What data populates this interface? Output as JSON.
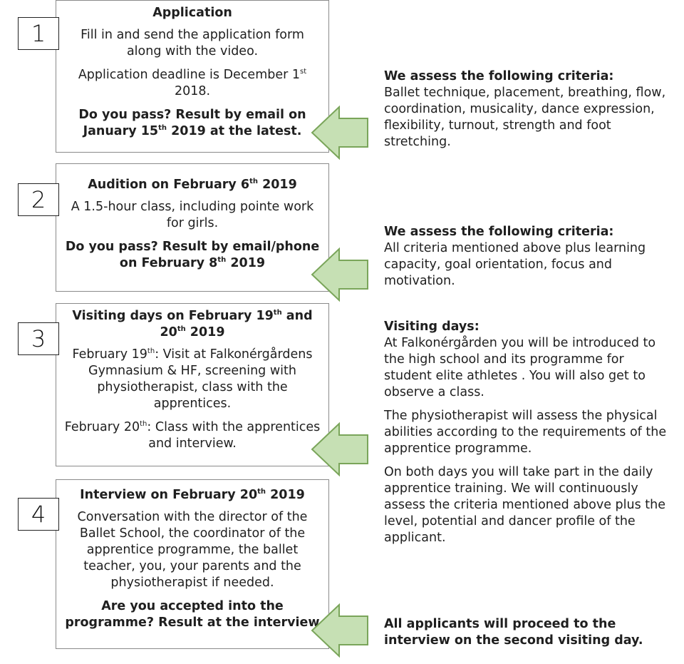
{
  "steps": [
    {
      "number": "1",
      "title": "Application",
      "p1": "Fill in and send the application form along with the video.",
      "p2_pre": "Application deadline is December 1",
      "p2_sup": "st",
      "p2_post": " 2018.",
      "q_pre": "Do you pass? Result by email on January 15",
      "q_sup": "th",
      "q_post": " 2019 at the latest."
    },
    {
      "number": "2",
      "title_pre": "Audition on February 6",
      "title_sup": "th",
      "title_post": " 2019",
      "p1": "A 1.5-hour class, including pointe work for girls.",
      "q_pre": "Do you pass? Result by email/phone on February 8",
      "q_sup": "th",
      "q_post": " 2019"
    },
    {
      "number": "3",
      "title_pre": "Visiting days on February 19",
      "title_sup1": "th",
      "title_mid": " and 20",
      "title_sup2": "th",
      "title_post": " 2019",
      "p1_pre": "February 19",
      "p1_sup": "th",
      "p1_post": ": Visit at Falkonérgårdens Gymnasium & HF, screening with physiotherapist, class with the apprentices.",
      "p2_pre": "February 20",
      "p2_sup": "th",
      "p2_post": ": Class with the apprentices and interview."
    },
    {
      "number": "4",
      "title_pre": "Interview on February 20",
      "title_sup": "th",
      "title_post": " 2019",
      "p1": "Conversation with the director of the Ballet School, the coordinator of the apprentice programme, the ballet teacher, you, your parents and the physiotherapist if needed.",
      "q": "Are you accepted into the programme? Result at the interview"
    }
  ],
  "notes": {
    "n1_heading": "We assess the following criteria:",
    "n1_text": "Ballet technique, placement, breathing, flow, coordination, musicality, dance expression, flexibility, turnout, strength and foot stretching.",
    "n2_heading": "We assess the following criteria:",
    "n2_text": "All criteria mentioned above plus learning capacity, goal orientation, focus and motivation.",
    "n3_heading": "Visiting days:",
    "n3_p1": "At Falkonérgården you will be introduced to the high school and its programme for student elite athletes . You will also get to observe a class.",
    "n3_p2": "The physiotherapist will assess the physical abilities according to the requirements of the apprentice programme.",
    "n3_p3": "On both days you will take part in the daily apprentice training. We will continuously assess the criteria mentioned above plus the level, potential and dancer profile of the applicant.",
    "n4_text": "All applicants will proceed to the interview on the second visiting day."
  },
  "colors": {
    "arrow_fill": "#c6e0b4",
    "arrow_stroke": "#7aa55a",
    "box_border": "#8a8a8a"
  }
}
